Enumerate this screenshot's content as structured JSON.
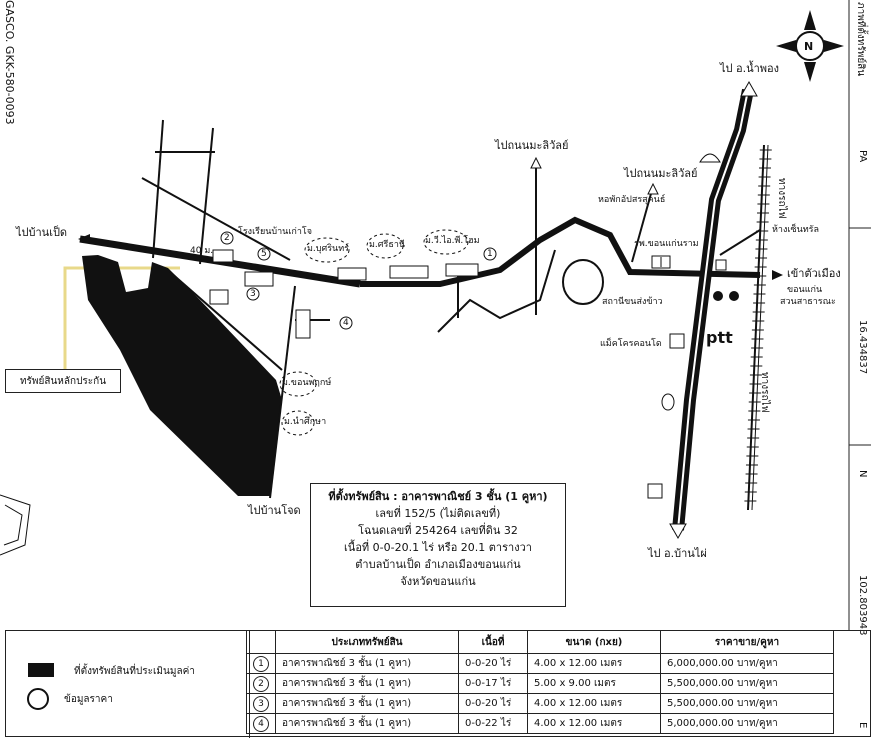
{
  "map": {
    "stamp_code": "GASCO. GKK-580-0093",
    "right_strip": {
      "top": "ภาพที่ตั้งทรัพย์สิน",
      "pa": "PA",
      "lat": "16.434837",
      "n_label": "N",
      "lon": "102.803943",
      "e_label": "E"
    },
    "compass_letter": "N",
    "labels": {
      "to_ban_ped": "ไปบ้านเป็ด",
      "to_ban_chot": "ไปบ้านโจด",
      "to_nampong": "ไป อ.น้ำพอง",
      "to_banphai": "ไป อ.บ้านไผ่",
      "to_thanon_1": "ไปถนนมะลิวัลย์",
      "to_thanon_2": "ไปถนนมะลิวัลย์",
      "to_city": "เข้าตัวเมือง",
      "park": "ขอนแก่น",
      "park2": "สวนสาธารณะ",
      "school": "โรงเรียนบ้านเก่าโจ",
      "railway": "ทางรถไฟ",
      "railway2": "ทางรถไฟ",
      "store": "ห้างเซ็นทรัล",
      "hospital": "รพ.ขอนแก่นราม",
      "station": "สถานีขนส่งข้าว",
      "makro": "แม็คโครคอนโด",
      "ptt": "ptt",
      "dorm": "หอพักอัปสรสุคนธ์",
      "v1": "ม.บุศรินทร์",
      "v2": "ม.ศรีธานี",
      "v3": "ม.วี.ไอ.พี.โฮม",
      "v4": "ม.ขอนพฤกษ์",
      "v5": "ม.นำศึกษา",
      "dist": "40 ม.",
      "p1": "1",
      "p2": "2",
      "p3": "3",
      "p4": "4",
      "p5": "5"
    },
    "property_label": "ทรัพย์สินหลักประกัน"
  },
  "info": {
    "line1": "ที่ตั้งทรัพย์สิน : อาคารพาณิชย์ 3 ชั้น (1 คูหา)",
    "line2": "เลขที่ 152/5 (ไม่ติดเลขที่)",
    "line3": "โฉนดเลขที่ 254264 เลขที่ดิน  32",
    "line4": "เนื้อที่ 0-0-20.1 ไร่ หรือ 20.1 ตารางวา",
    "line5": "ตำบลบ้านเป็ด อำเภอเมืองขอนแก่น",
    "line6": "จังหวัดขอนแก่น"
  },
  "legend": {
    "subject": "ที่ตั้งทรัพย์สินที่ประเมินมูลค่า",
    "price_data": "ข้อมูลราคา"
  },
  "table": {
    "headers": [
      "",
      "ประเภททรัพย์สิน",
      "เนื้อที่",
      "ขนาด (กxย)",
      "ราคาขาย/คูหา"
    ],
    "rows": [
      {
        "no": "1",
        "type": "อาคารพาณิชย์ 3 ชั้น (1 คูหา)",
        "area": "0-0-20 ไร่",
        "size": "4.00 x 12.00 เมตร",
        "price": "6,000,000.00 บาท/คูหา"
      },
      {
        "no": "2",
        "type": "อาคารพาณิชย์ 3 ชั้น (1 คูหา)",
        "area": "0-0-17 ไร่",
        "size": "5.00 x 9.00 เมตร",
        "price": "5,500,000.00 บาท/คูหา"
      },
      {
        "no": "3",
        "type": "อาคารพาณิชย์ 3 ชั้น (1 คูหา)",
        "area": "0-0-20 ไร่",
        "size": "4.00 x 12.00 เมตร",
        "price": "5,500,000.00 บาท/คูหา"
      },
      {
        "no": "4",
        "type": "อาคารพาณิชย์ 3 ชั้น (1 คูหา)",
        "area": "0-0-22 ไร่",
        "size": "4.00 x 12.00 เมตร",
        "price": "5,000,000.00 บาท/คูหา"
      }
    ]
  }
}
